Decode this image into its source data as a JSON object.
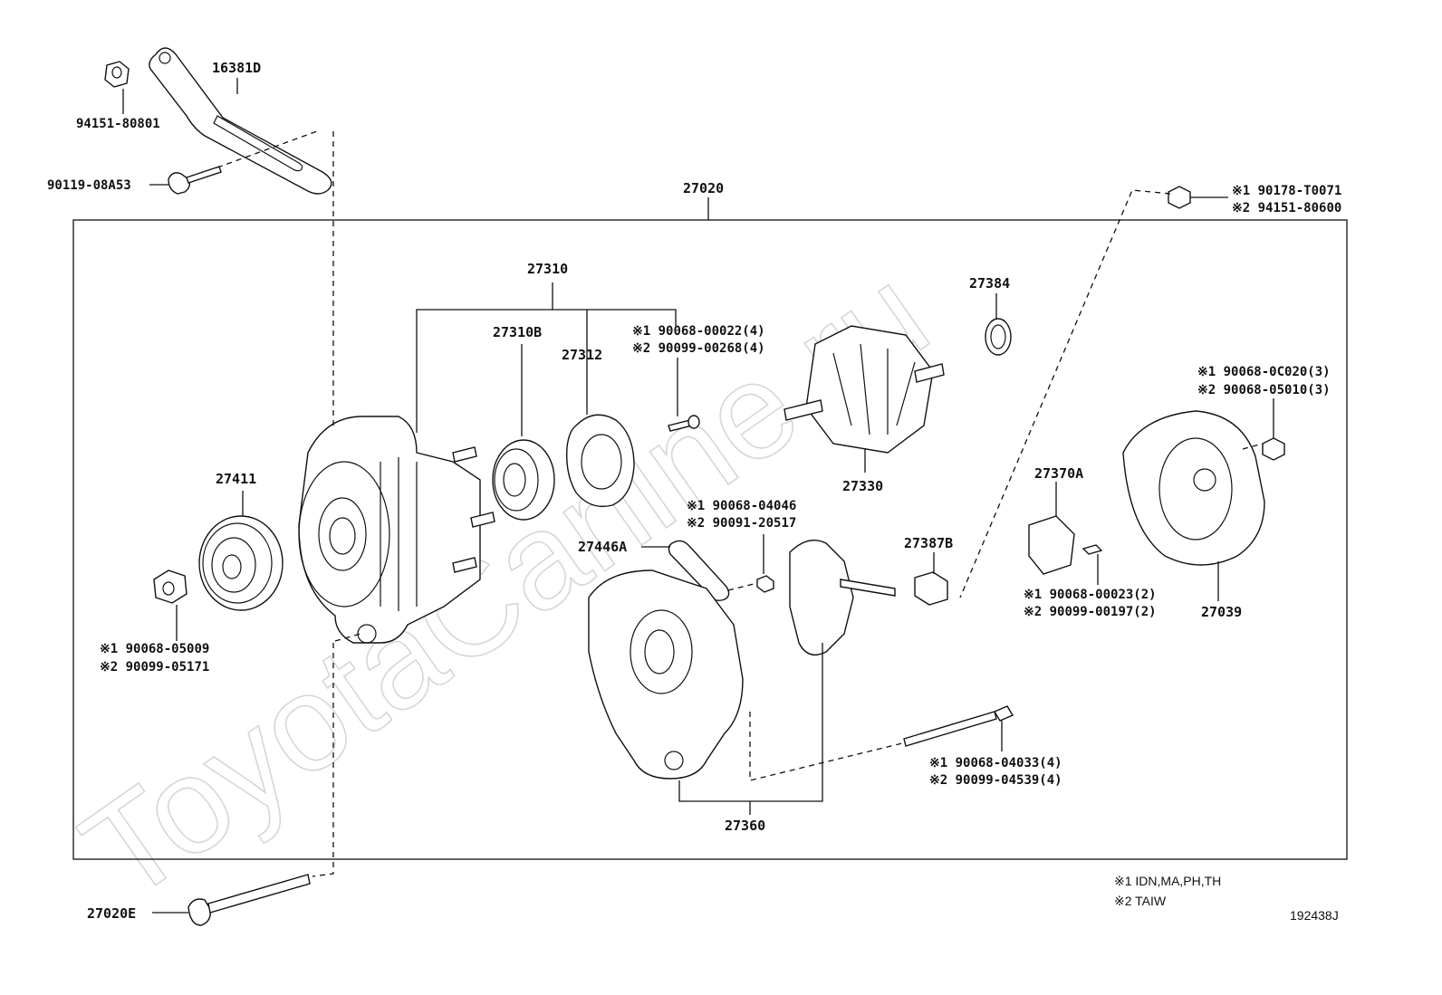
{
  "watermark": "ToyotaCarline.ru",
  "diagram_id": "192438J",
  "legend": {
    "line1": "※1 IDN,MA,PH,TH",
    "line2": "※2 TAIW"
  },
  "labels": {
    "p16381D": "16381D",
    "p94151_80801": "94151-80801",
    "p90119_08A53": "90119-08A53",
    "p27020": "27020",
    "p90178_a": "※1 90178-T0071",
    "p90178_b": "※2 94151-80600",
    "p27310": "27310",
    "p27310B": "27310B",
    "p27312": "27312",
    "p90068_00022": "※1 90068-00022(4)",
    "p90099_00268": "※2 90099-00268(4)",
    "p27384": "27384",
    "p27330": "27330",
    "p90068_0C020": "※1 90068-0C020(3)",
    "p90068_05010": "※2 90068-05010(3)",
    "p27411": "27411",
    "p27370A": "27370A",
    "p90068_04046": "※1 90068-04046",
    "p90091_20517": "※2 90091-20517",
    "p27446A": "27446A",
    "p27387B": "27387B",
    "p90068_00023": "※1 90068-00023(2)",
    "p90099_00197": "※2 90099-00197(2)",
    "p27039": "27039",
    "p90068_05009": "※1 90068-05009",
    "p90099_05171": "※2 90099-05171",
    "p90068_04033": "※1 90068-04033(4)",
    "p90099_04539": "※2 90099-04539(4)",
    "p27360": "27360",
    "p27020E": "27020E"
  }
}
